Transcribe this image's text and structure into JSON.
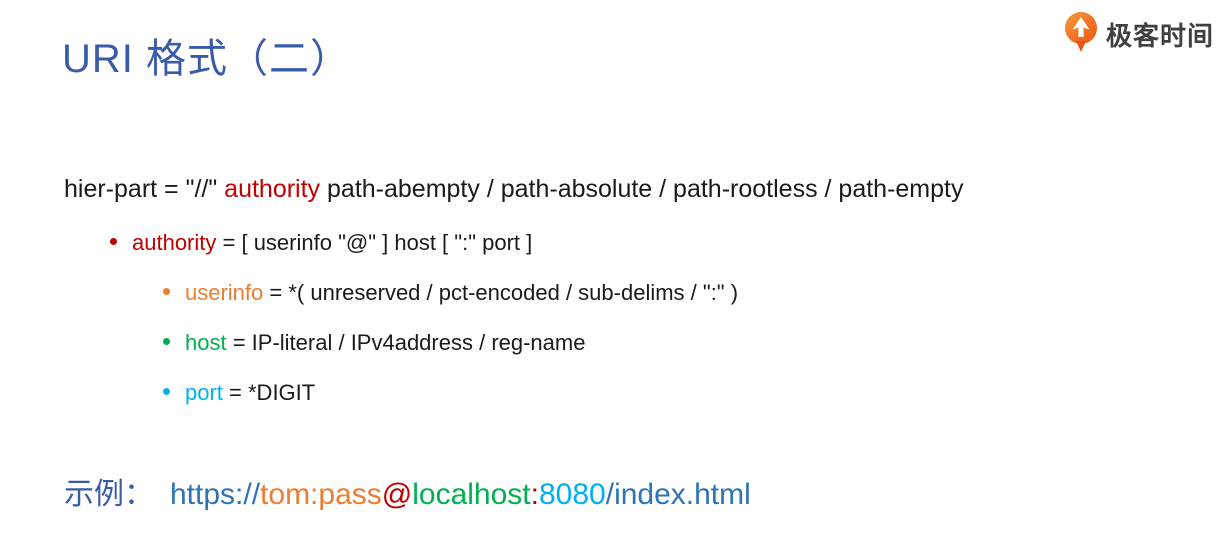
{
  "page": {
    "title": "URI 格式（二）",
    "background": "#ffffff"
  },
  "logo": {
    "text": "极客时间",
    "icon": "geektime-pin-icon",
    "icon_color": "#F3651B",
    "text_color": "#404040"
  },
  "colors": {
    "title_blue": "#3A5CA8",
    "body_black": "#1a1a1a",
    "red": "#C00000",
    "orange": "#ED7D31",
    "green": "#00B050",
    "cyan": "#00B0F0",
    "url_blue": "#2E74B5"
  },
  "grammar": {
    "hier_part": {
      "prefix": "hier-part = \"//\" ",
      "keyword": "authority",
      "keyword_color": "#C00000",
      "suffix": " path-abempty / path-absolute / path-rootless / path-empty"
    },
    "bullets": [
      {
        "keyword": "authority",
        "color": "#C00000",
        "definition": " = [ userinfo \"@\" ] host [ \":\" port ]",
        "level": 1
      },
      {
        "keyword": "userinfo",
        "color": "#ED7D31",
        "definition": " = *( unreserved / pct-encoded / sub-delims / \":\" )",
        "level": 2
      },
      {
        "keyword": "host",
        "color": "#00B050",
        "definition": " = IP-literal / IPv4address / reg-name",
        "level": 2
      },
      {
        "keyword": "port",
        "color": "#00B0F0",
        "definition": " = *DIGIT",
        "level": 2
      }
    ]
  },
  "example": {
    "label": "示例：",
    "label_color": "#3A5CA8",
    "segments": [
      {
        "name": "scheme",
        "text": "https://",
        "color": "#2E74B5"
      },
      {
        "name": "userinfo",
        "text": "tom:pass",
        "color": "#ED7D31"
      },
      {
        "name": "at-sign",
        "text": "@",
        "color": "#C00000"
      },
      {
        "name": "host",
        "text": "localhost",
        "color": "#00B050"
      },
      {
        "name": "port-colon",
        "text": ":",
        "color": "#C00000"
      },
      {
        "name": "port",
        "text": "8080",
        "color": "#00B0F0"
      },
      {
        "name": "path",
        "text": "/index.html",
        "color": "#2E74B5"
      }
    ]
  }
}
